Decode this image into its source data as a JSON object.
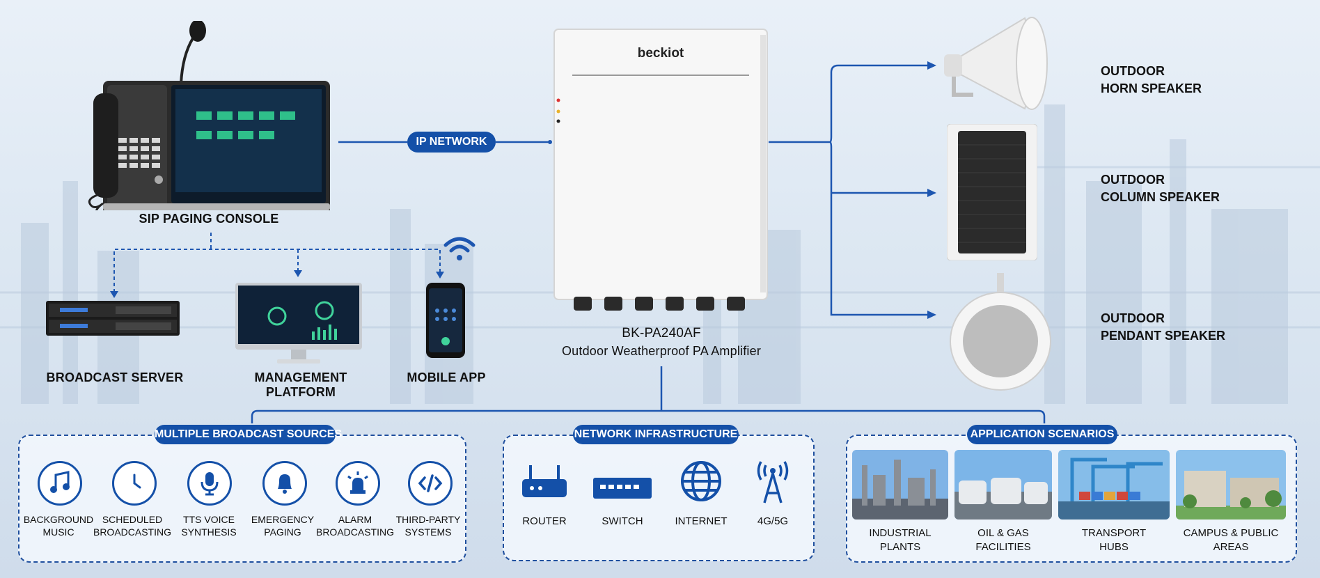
{
  "pills": {
    "ip_network": "IP NETWORK",
    "sources": "MULTIPLE BROADCAST SOURCES",
    "network": "NETWORK INFRASTRUCTURE",
    "scenarios": "APPLICATION SCENARIOS"
  },
  "devices": {
    "console": "SIP PAGING CONSOLE",
    "server": "BROADCAST SERVER",
    "platform": "MANAGEMENT PLATFORM",
    "mobile": "MOBILE APP",
    "amp_brand": "beckiot",
    "amp_model": "BK-PA240AF",
    "amp_desc": "Outdoor Weatherproof PA Amplifier"
  },
  "speakers": {
    "horn_1": "OUTDOOR",
    "horn_2": "HORN SPEAKER",
    "column_1": "OUTDOOR",
    "column_2": "COLUMN SPEAKER",
    "pendant_1": "OUTDOOR",
    "pendant_2": "PENDANT SPEAKER"
  },
  "sources": [
    {
      "l1": "BACKGROUND",
      "l2": "MUSIC",
      "icon": "music-note-icon"
    },
    {
      "l1": "SCHEDULED",
      "l2": "BROADCASTING",
      "icon": "clock-icon"
    },
    {
      "l1": "TTS VOICE",
      "l2": "SYNTHESIS",
      "icon": "microphone-icon"
    },
    {
      "l1": "EMERGENCY",
      "l2": "PAGING",
      "icon": "bell-icon"
    },
    {
      "l1": "ALARM",
      "l2": "BROADCASTING",
      "icon": "alarm-light-icon"
    },
    {
      "l1": "THIRD-PARTY",
      "l2": "SYSTEMS",
      "icon": "code-icon"
    }
  ],
  "network": [
    {
      "label": "ROUTER",
      "icon": "router-icon"
    },
    {
      "label": "SWITCH",
      "icon": "switch-icon"
    },
    {
      "label": "INTERNET",
      "icon": "globe-icon"
    },
    {
      "label": "4G/5G",
      "icon": "antenna-icon"
    }
  ],
  "scenarios": [
    {
      "l1": "INDUSTRIAL",
      "l2": "PLANTS"
    },
    {
      "l1": "OIL & GAS",
      "l2": "FACILITIES"
    },
    {
      "l1": "TRANSPORT",
      "l2": "HUBS"
    },
    {
      "l1": "CAMPUS & PUBLIC",
      "l2": "AREAS"
    }
  ],
  "colors": {
    "accent": "#1450a8",
    "line": "#1d56b0",
    "panel_border": "#1f4f9e"
  }
}
